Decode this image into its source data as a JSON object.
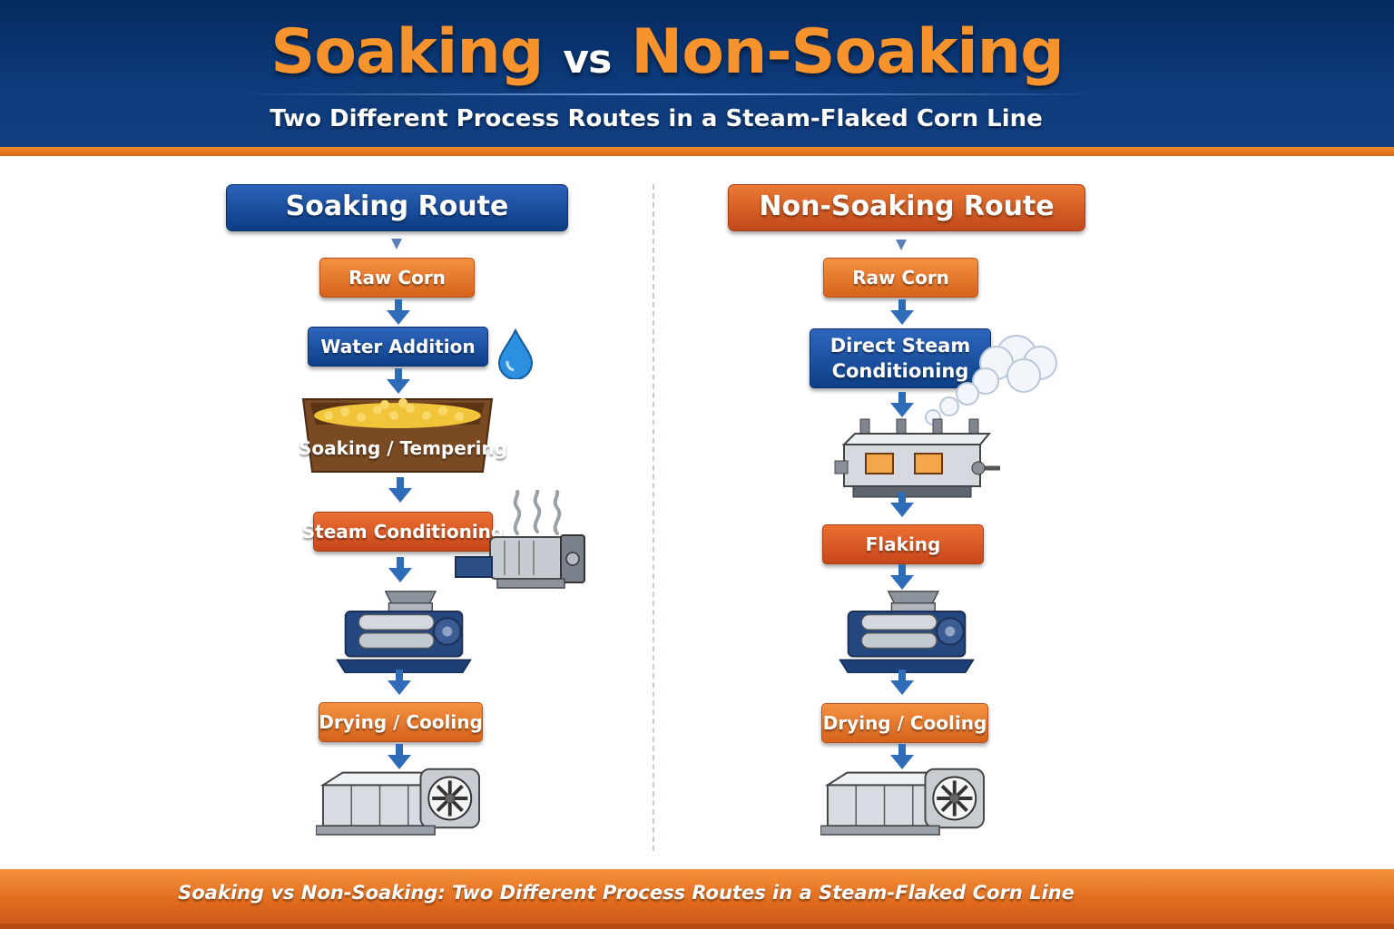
{
  "header": {
    "title_left": "Soaking",
    "title_vs": "vs",
    "title_right": "Non-Soaking",
    "subtitle": "Two Different Process Routes in a Steam-Flaked Corn Line"
  },
  "soaking_route": {
    "heading": "Soaking Route",
    "steps": [
      "Raw Corn",
      "Water Addition",
      "Soaking / Tempering",
      "Steam Conditioning",
      "Drying / Cooling"
    ]
  },
  "non_soaking_route": {
    "heading": "Non-Soaking Route",
    "steps": [
      "Raw Corn",
      "Direct Steam Conditioning",
      "Flaking",
      "Drying / Cooling"
    ]
  },
  "icons": [
    "water-drop-icon",
    "corn-bin-icon",
    "steam-conditioner-icon",
    "flaking-mill-icon",
    "dryer-cooler-icon",
    "steam-cloud-icon",
    "conditioning-chamber-icon"
  ],
  "colors": {
    "navy": "#0c3a7a",
    "orange": "#f7932d",
    "step_orange": "#e07428",
    "step_blue": "#164a98"
  },
  "footer": {
    "caption": "Soaking vs Non-Soaking: Two Different Process Routes in a Steam-Flaked Corn Line"
  }
}
